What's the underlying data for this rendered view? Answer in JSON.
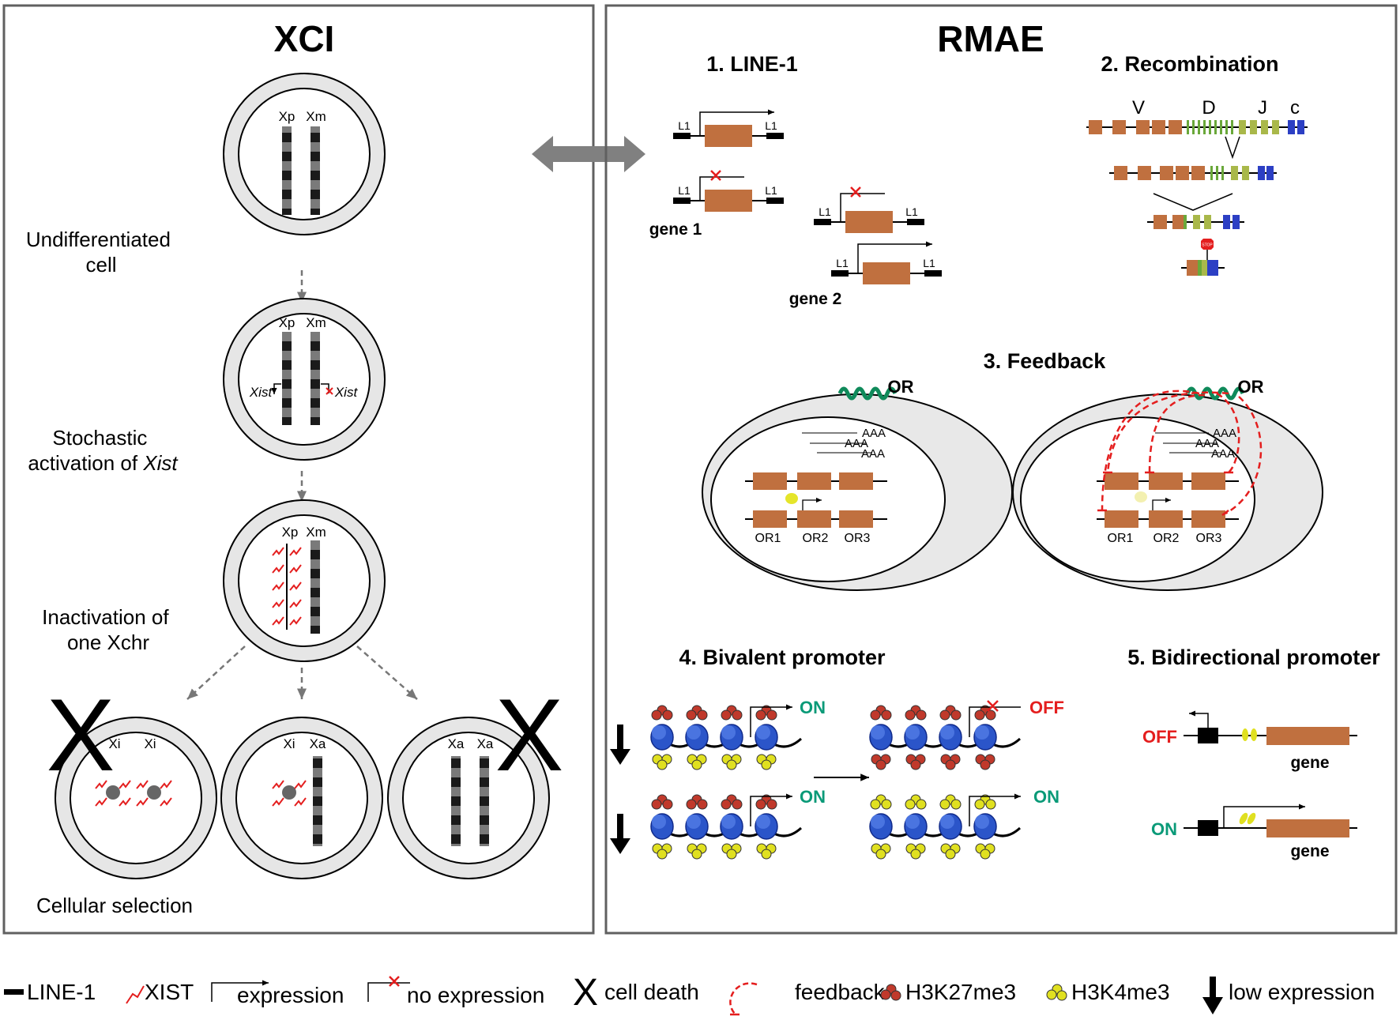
{
  "xci": {
    "title": "XCI",
    "xp": "Xp",
    "xm": "Xm",
    "xi": "Xi",
    "xa": "Xa",
    "xist": "Xist",
    "step_undiff": "Undifferentiated cell",
    "step_undiff_l1": "Undifferentiated",
    "step_undiff_l2": "cell",
    "step_stoch_l1": "Stochastic",
    "step_stoch_l2a": "activation of ",
    "step_stoch_l2b": "Xist",
    "step_inact_l1": "Inactivation of",
    "step_inact_l2": "one Xchr",
    "step_select": "Cellular selection"
  },
  "rmae": {
    "title": "RMAE",
    "line1": {
      "title": "1. LINE-1",
      "l1": "L1",
      "gene1": "gene 1",
      "gene2": "gene 2"
    },
    "recombination": {
      "title": "2. Recombination",
      "segments": [
        "V",
        "D",
        "J",
        "c"
      ],
      "stop": "STOP"
    },
    "feedback": {
      "title": "3. Feedback",
      "or": "OR",
      "aaa": "AAA",
      "genes": [
        "OR1",
        "OR2",
        "OR3"
      ]
    },
    "bivalent": {
      "title": "4. Bivalent promoter",
      "on": "ON",
      "off": "OFF"
    },
    "bidirectional": {
      "title": "5. Bidirectional promoter",
      "on": "ON",
      "off": "OFF",
      "gene": "gene"
    }
  },
  "legend": {
    "line1": "LINE-1",
    "xist": "XIST",
    "expression": "expression",
    "no_expression": "no expression",
    "cell_death": "cell death",
    "feedback": "feedback",
    "h3k27": "H3K27me3",
    "h3k4": "H3K4me3",
    "low_expression": "low expression"
  },
  "colors": {
    "gene": "#c0703f",
    "panel_border": "#606060",
    "xist_red": "#e41e1e",
    "on_green": "#0a9a78",
    "nucleosome_blue": "#2b55c9",
    "h3k27_red": "#c0392b",
    "h3k4_yellow": "#e0e020",
    "v_segment": "#c0703f",
    "d_segment": "#6aa83a",
    "j_segment": "#a9b84a",
    "c_segment": "#2c3fc4",
    "or_green": "#0f8a5a"
  }
}
